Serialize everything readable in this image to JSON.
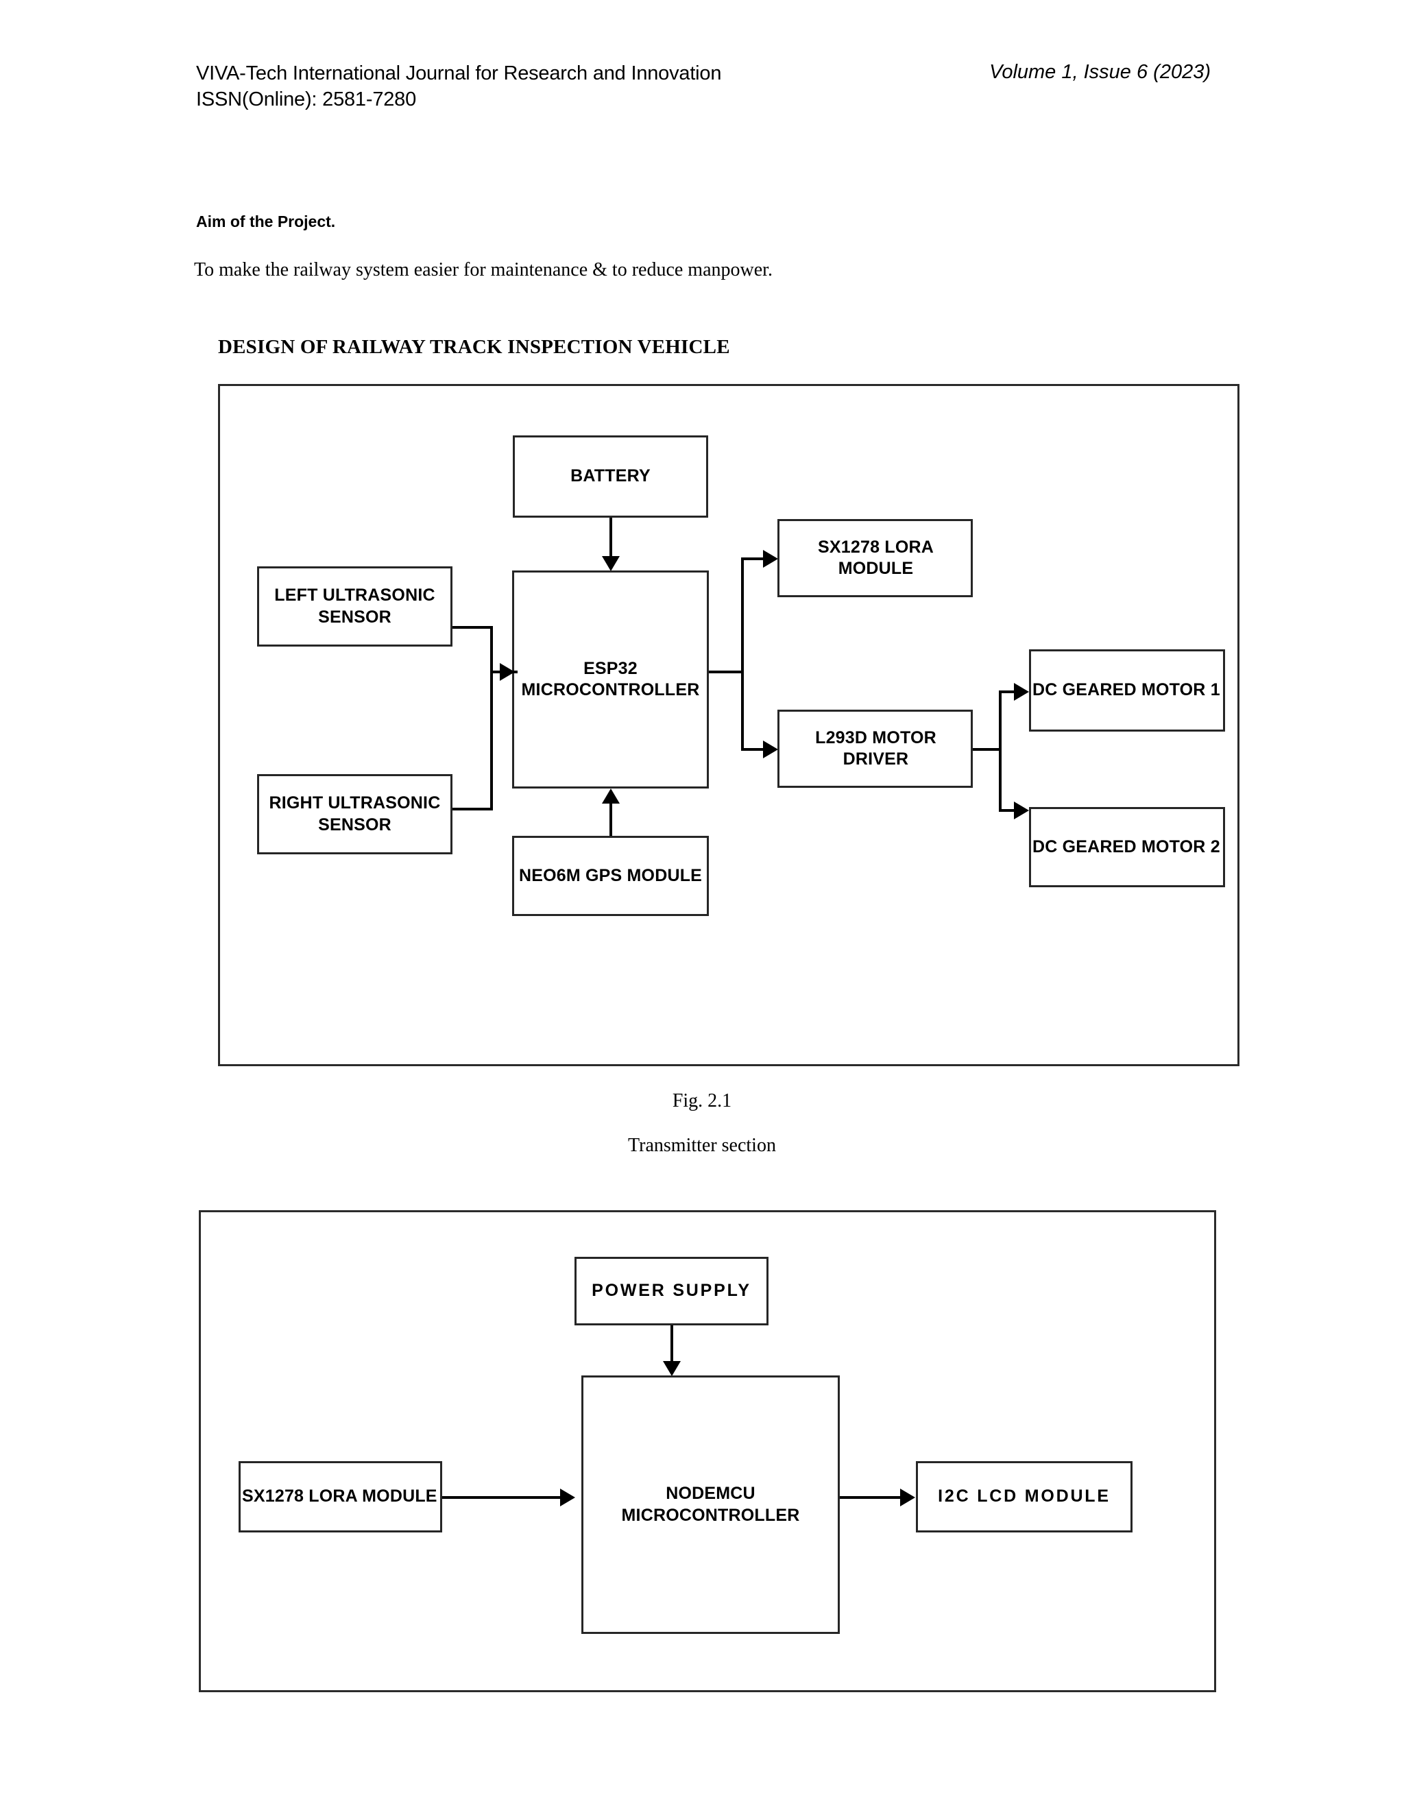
{
  "header": {
    "journal_line1": "VIVA-Tech International Journal for Research and Innovation",
    "journal_line2": "ISSN(Online): 2581-7280",
    "volume": "Volume 1, Issue 6 (2023)"
  },
  "body": {
    "aim_heading": "Aim of the Project.",
    "aim_text": "To make the railway system easier for maintenance & to reduce manpower.",
    "design_title": "DESIGN OF RAILWAY TRACK INSPECTION VEHICLE"
  },
  "figure1": {
    "caption_number": "Fig. 2.1",
    "caption_text": "Transmitter section",
    "boxes": {
      "battery": "BATTERY",
      "left_ultrasonic": "LEFT ULTRASONIC\nSENSOR",
      "left_ultrasonic_l1": "LEFT ULTRASONIC",
      "left_ultrasonic_l2": "SENSOR",
      "right_ultrasonic_l1": "RIGHT ULTRASONIC",
      "right_ultrasonic_l2": "SENSOR",
      "mcu_l1": "ESP32",
      "mcu_l2": "MICROCONTROLLER",
      "lora": "SX1278 LORA MODULE",
      "motor_driver": "L293D MOTOR DRIVER",
      "motor1": "DC GEARED MOTOR 1",
      "motor2": "DC GEARED MOTOR 2",
      "gps": "NEO6M GPS MODULE"
    }
  },
  "figure2": {
    "boxes": {
      "power_supply": "POWER SUPPLY",
      "lora": "SX1278 LORA MODULE",
      "mcu_l1": "NODEMCU",
      "mcu_l2": "MICROCONTROLLER",
      "lcd": "I2C LCD MODULE"
    }
  },
  "colors": {
    "ink": "#000000",
    "box_border": "#262626",
    "frame_border": "#2b2b2b",
    "page_bg": "#ffffff"
  }
}
